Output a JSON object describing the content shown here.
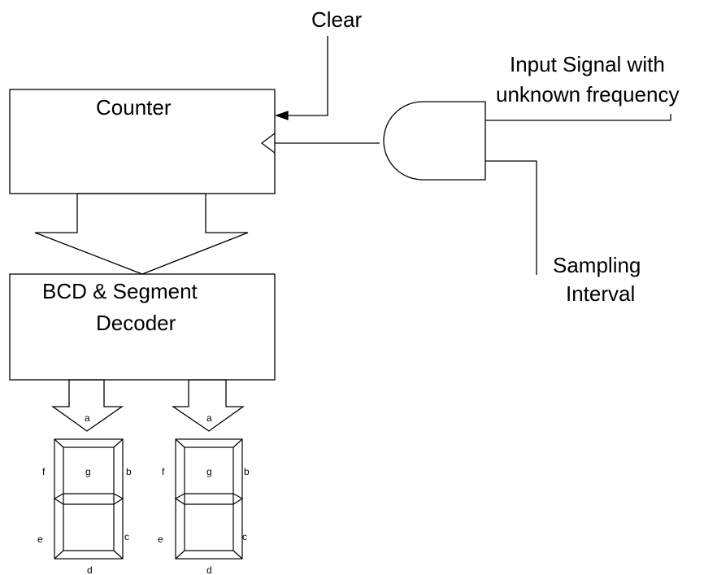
{
  "labels": {
    "clear": "Clear",
    "input_line1": "Input Signal with",
    "input_line2": "unknown frequency",
    "counter": "Counter",
    "bcd_line1": "BCD & Segment",
    "bcd_line2": "Decoder",
    "sampling_line1": "Sampling",
    "sampling_line2": "Interval"
  },
  "displays": [
    {
      "a": "a",
      "b": "b",
      "c": "c",
      "d": "d",
      "e": "e",
      "f": "f",
      "g": "g"
    },
    {
      "a": "a",
      "b": "b",
      "c": "c",
      "d": "d",
      "e": "e",
      "f": "f",
      "g": "g"
    }
  ]
}
